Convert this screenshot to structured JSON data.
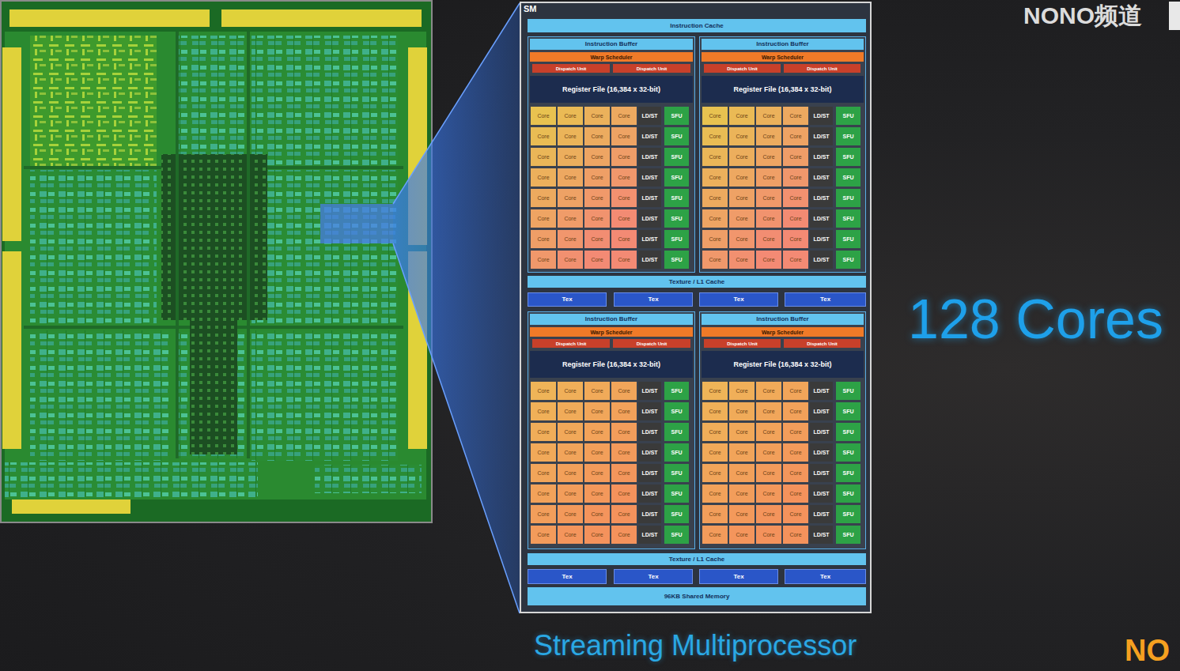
{
  "diagram": {
    "caption": "Streaming Multiprocessor",
    "nodes": [
      {
        "text": [
          "SM"
        ]
      },
      {
        "text": [
          "Instruction Cache"
        ],
        "in": 0
      },
      {
        "text": [
          "Instruction Buffer"
        ],
        "in": 0
      },
      {
        "text": [
          "Warp Scheduler"
        ],
        "in": 2
      },
      {
        "text": [
          "Dispatch Unit"
        ],
        "in": 2
      },
      {
        "text": [
          "Dispatch Unit"
        ],
        "in": 2
      },
      {
        "text": [
          "Register File (16,384 x 32-bit)"
        ],
        "in": 2
      },
      {
        "text": [
          "Core"
        ],
        "in": 2
      },
      {
        "text": [
          "Core"
        ],
        "in": 2
      },
      {
        "text": [
          "Core"
        ],
        "in": 2
      },
      {
        "text": [
          "Core"
        ],
        "in": 2
      },
      {
        "text": [
          "LD/ST"
        ],
        "in": 2
      },
      {
        "text": [
          "SFU"
        ],
        "in": 2
      },
      {
        "text": [
          "Core"
        ],
        "in": 2
      },
      {
        "text": [
          "Core"
        ],
        "in": 2
      },
      {
        "text": [
          "Core"
        ],
        "in": 2
      },
      {
        "text": [
          "Core"
        ],
        "in": 2
      },
      {
        "text": [
          "LD/ST"
        ],
        "in": 2
      },
      {
        "text": [
          "SFU"
        ],
        "in": 2
      },
      {
        "text": [
          "Core"
        ],
        "in": 2
      },
      {
        "text": [
          "Core"
        ],
        "in": 2
      },
      {
        "text": [
          "Core"
        ],
        "in": 2
      },
      {
        "text": [
          "Core"
        ],
        "in": 2
      },
      {
        "text": [
          "LD/ST"
        ],
        "in": 2
      },
      {
        "text": [
          "SFU"
        ],
        "in": 2
      },
      {
        "text": [
          "Core"
        ],
        "in": 2
      },
      {
        "text": [
          "Core"
        ],
        "in": 2
      },
      {
        "text": [
          "Core"
        ],
        "in": 2
      },
      {
        "text": [
          "Core"
        ],
        "in": 2
      },
      {
        "text": [
          "LD/ST"
        ],
        "in": 2
      },
      {
        "text": [
          "SFU"
        ],
        "in": 2
      },
      {
        "text": [
          "Core"
        ],
        "in": 2
      },
      {
        "text": [
          "Core"
        ],
        "in": 2
      },
      {
        "text": [
          "Core"
        ],
        "in": 2
      },
      {
        "text": [
          "Core"
        ],
        "in": 2
      },
      {
        "text": [
          "LD/ST"
        ],
        "in": 2
      },
      {
        "text": [
          "SFU"
        ],
        "in": 2
      },
      {
        "text": [
          "Core"
        ],
        "in": 2
      },
      {
        "text": [
          "Core"
        ],
        "in": 2
      },
      {
        "text": [
          "Core"
        ],
        "in": 2
      },
      {
        "text": [
          "Core"
        ],
        "in": 2
      },
      {
        "text": [
          "LD/ST"
        ],
        "in": 2
      },
      {
        "text": [
          "SFU"
        ],
        "in": 2
      },
      {
        "text": [
          "Core"
        ],
        "in": 2
      },
      {
        "text": [
          "Core"
        ],
        "in": 2
      },
      {
        "text": [
          "Core"
        ],
        "in": 2
      },
      {
        "text": [
          "Core"
        ],
        "in": 2
      },
      {
        "text": [
          "LD/ST"
        ],
        "in": 2
      },
      {
        "text": [
          "SFU"
        ],
        "in": 2
      },
      {
        "text": [
          "Core"
        ],
        "in": 2
      },
      {
        "text": [
          "Core"
        ],
        "in": 2
      },
      {
        "text": [
          "Core"
        ],
        "in": 2
      },
      {
        "text": [
          "Core"
        ],
        "in": 2
      },
      {
        "text": [
          "LD/ST"
        ],
        "in": 2
      },
      {
        "text": [
          "SFU"
        ],
        "in": 2
      },
      {
        "text": [
          "Instruction Buffer"
        ],
        "in": 0
      },
      {
        "text": [
          "Warp Scheduler"
        ],
        "in": 55
      },
      {
        "text": [
          "Dispatch Unit"
        ],
        "in": 55
      },
      {
        "text": [
          "Dispatch Unit"
        ],
        "in": 55
      },
      {
        "text": [
          "Register File (16,384 x 32-bit)"
        ],
        "in": 55
      },
      {
        "text": [
          "Core"
        ],
        "in": 55
      },
      {
        "text": [
          "Core"
        ],
        "in": 55
      },
      {
        "text": [
          "Core"
        ],
        "in": 55
      },
      {
        "text": [
          "Core"
        ],
        "in": 55
      },
      {
        "text": [
          "LD/ST"
        ],
        "in": 55
      },
      {
        "text": [
          "SFU"
        ],
        "in": 55
      },
      {
        "text": [
          "Core"
        ],
        "in": 55
      },
      {
        "text": [
          "Core"
        ],
        "in": 55
      },
      {
        "text": [
          "Core"
        ],
        "in": 55
      },
      {
        "text": [
          "Core"
        ],
        "in": 55
      },
      {
        "text": [
          "LD/ST"
        ],
        "in": 55
      },
      {
        "text": [
          "SFU"
        ],
        "in": 55
      },
      {
        "text": [
          "Core"
        ],
        "in": 55
      },
      {
        "text": [
          "Core"
        ],
        "in": 55
      },
      {
        "text": [
          "Core"
        ],
        "in": 55
      },
      {
        "text": [
          "Core"
        ],
        "in": 55
      },
      {
        "text": [
          "LD/ST"
        ],
        "in": 55
      },
      {
        "text": [
          "SFU"
        ],
        "in": 55
      },
      {
        "text": [
          "Core"
        ],
        "in": 55
      },
      {
        "text": [
          "Core"
        ],
        "in": 55
      },
      {
        "text": [
          "Core"
        ],
        "in": 55
      },
      {
        "text": [
          "Core"
        ],
        "in": 55
      },
      {
        "text": [
          "LD/ST"
        ],
        "in": 55
      },
      {
        "text": [
          "SFU"
        ],
        "in": 55
      },
      {
        "text": [
          "Core"
        ],
        "in": 55
      },
      {
        "text": [
          "Core"
        ],
        "in": 55
      },
      {
        "text": [
          "Core"
        ],
        "in": 55
      },
      {
        "text": [
          "Core"
        ],
        "in": 55
      },
      {
        "text": [
          "LD/ST"
        ],
        "in": 55
      },
      {
        "text": [
          "SFU"
        ],
        "in": 55
      },
      {
        "text": [
          "Core"
        ],
        "in": 55
      },
      {
        "text": [
          "Core"
        ],
        "in": 55
      },
      {
        "text": [
          "Core"
        ],
        "in": 55
      },
      {
        "text": [
          "Core"
        ],
        "in": 55
      },
      {
        "text": [
          "LD/ST"
        ],
        "in": 55
      },
      {
        "text": [
          "SFU"
        ],
        "in": 55
      },
      {
        "text": [
          "Core"
        ],
        "in": 55
      },
      {
        "text": [
          "Core"
        ],
        "in": 55
      },
      {
        "text": [
          "Core"
        ],
        "in": 55
      },
      {
        "text": [
          "Core"
        ],
        "in": 55
      },
      {
        "text": [
          "LD/ST"
        ],
        "in": 55
      },
      {
        "text": [
          "SFU"
        ],
        "in": 55
      },
      {
        "text": [
          "Core"
        ],
        "in": 55
      },
      {
        "text": [
          "Core"
        ],
        "in": 55
      },
      {
        "text": [
          "Core"
        ],
        "in": 55
      },
      {
        "text": [
          "Core"
        ],
        "in": 55
      },
      {
        "text": [
          "LD/ST"
        ],
        "in": 55
      },
      {
        "text": [
          "SFU"
        ],
        "in": 55
      },
      {
        "text": [
          "Texture / L1 Cache"
        ],
        "in": 0
      },
      {
        "text": [
          "Tex"
        ],
        "in": 0
      },
      {
        "text": [
          "Tex"
        ],
        "in": 0
      },
      {
        "text": [
          "Tex"
        ],
        "in": 0
      },
      {
        "text": [
          "Tex"
        ],
        "in": 0
      },
      {
        "text": [
          "Instruction Buffer"
        ],
        "in": 0
      },
      {
        "text": [
          "Warp Scheduler"
        ],
        "in": 113
      },
      {
        "text": [
          "Dispatch Unit"
        ],
        "in": 113
      },
      {
        "text": [
          "Dispatch Unit"
        ],
        "in": 113
      },
      {
        "text": [
          "Register File (16,384 x 32-bit)"
        ],
        "in": 113
      },
      {
        "text": [
          "Core"
        ],
        "in": 113
      },
      {
        "text": [
          "Core"
        ],
        "in": 113
      },
      {
        "text": [
          "Core"
        ],
        "in": 113
      },
      {
        "text": [
          "Core"
        ],
        "in": 113
      },
      {
        "text": [
          "LD/ST"
        ],
        "in": 113
      },
      {
        "text": [
          "SFU"
        ],
        "in": 113
      },
      {
        "text": [
          "Core"
        ],
        "in": 113
      },
      {
        "text": [
          "Core"
        ],
        "in": 113
      },
      {
        "text": [
          "Core"
        ],
        "in": 113
      },
      {
        "text": [
          "Core"
        ],
        "in": 113
      },
      {
        "text": [
          "LD/ST"
        ],
        "in": 113
      },
      {
        "text": [
          "SFU"
        ],
        "in": 113
      },
      {
        "text": [
          "Core"
        ],
        "in": 113
      },
      {
        "text": [
          "Core"
        ],
        "in": 113
      },
      {
        "text": [
          "Core"
        ],
        "in": 113
      },
      {
        "text": [
          "Core"
        ],
        "in": 113
      },
      {
        "text": [
          "LD/ST"
        ],
        "in": 113
      },
      {
        "text": [
          "SFU"
        ],
        "in": 113
      },
      {
        "text": [
          "Core"
        ],
        "in": 113
      },
      {
        "text": [
          "Core"
        ],
        "in": 113
      },
      {
        "text": [
          "Core"
        ],
        "in": 113
      },
      {
        "text": [
          "Core"
        ],
        "in": 113
      },
      {
        "text": [
          "LD/ST"
        ],
        "in": 113
      },
      {
        "text": [
          "SFU"
        ],
        "in": 113
      },
      {
        "text": [
          "Core"
        ],
        "in": 113
      },
      {
        "text": [
          "Core"
        ],
        "in": 113
      },
      {
        "text": [
          "Core"
        ],
        "in": 113
      },
      {
        "text": [
          "Core"
        ],
        "in": 113
      },
      {
        "text": [
          "LD/ST"
        ],
        "in": 113
      },
      {
        "text": [
          "SFU"
        ],
        "in": 113
      },
      {
        "text": [
          "Core"
        ],
        "in": 113
      },
      {
        "text": [
          "Core"
        ],
        "in": 113
      },
      {
        "text": [
          "Core"
        ],
        "in": 113
      },
      {
        "text": [
          "Core"
        ],
        "in": 113
      },
      {
        "text": [
          "LD/ST"
        ],
        "in": 113
      },
      {
        "text": [
          "SFU"
        ],
        "in": 113
      },
      {
        "text": [
          "Core"
        ],
        "in": 113
      },
      {
        "text": [
          "Core"
        ],
        "in": 113
      },
      {
        "text": [
          "Core"
        ],
        "in": 113
      },
      {
        "text": [
          "Core"
        ],
        "in": 113
      },
      {
        "text": [
          "LD/ST"
        ],
        "in": 113
      },
      {
        "text": [
          "SFU"
        ],
        "in": 113
      },
      {
        "text": [
          "Core"
        ],
        "in": 113
      },
      {
        "text": [
          "Core"
        ],
        "in": 113
      },
      {
        "text": [
          "Core"
        ],
        "in": 113
      },
      {
        "text": [
          "Core"
        ],
        "in": 113
      },
      {
        "text": [
          "LD/ST"
        ],
        "in": 113
      },
      {
        "text": [
          "SFU"
        ],
        "in": 113
      },
      {
        "text": [
          "Instruction Buffer"
        ],
        "in": 0
      },
      {
        "text": [
          "Warp Scheduler"
        ],
        "in": 166
      },
      {
        "text": [
          "Dispatch Unit"
        ],
        "in": 166
      },
      {
        "text": [
          "Dispatch Unit"
        ],
        "in": 166
      },
      {
        "text": [
          "Register File (16,384 x 32-bit)"
        ],
        "in": 166
      },
      {
        "text": [
          "Core"
        ],
        "in": 166
      },
      {
        "text": [
          "Core"
        ],
        "in": 166
      },
      {
        "text": [
          "Core"
        ],
        "in": 166
      },
      {
        "text": [
          "Core"
        ],
        "in": 166
      },
      {
        "text": [
          "LD/ST"
        ],
        "in": 166
      },
      {
        "text": [
          "SFU"
        ],
        "in": 166
      },
      {
        "text": [
          "Core"
        ],
        "in": 166
      },
      {
        "text": [
          "Core"
        ],
        "in": 166
      },
      {
        "text": [
          "Core"
        ],
        "in": 166
      },
      {
        "text": [
          "Core"
        ],
        "in": 166
      },
      {
        "text": [
          "LD/ST"
        ],
        "in": 166
      },
      {
        "text": [
          "SFU"
        ],
        "in": 166
      },
      {
        "text": [
          "Core"
        ],
        "in": 166
      },
      {
        "text": [
          "Core"
        ],
        "in": 166
      },
      {
        "text": [
          "Core"
        ],
        "in": 166
      },
      {
        "text": [
          "Core"
        ],
        "in": 166
      },
      {
        "text": [
          "LD/ST"
        ],
        "in": 166
      },
      {
        "text": [
          "SFU"
        ],
        "in": 166
      },
      {
        "text": [
          "Core"
        ],
        "in": 166
      },
      {
        "text": [
          "Core"
        ],
        "in": 166
      },
      {
        "text": [
          "Core"
        ],
        "in": 166
      },
      {
        "text": [
          "Core"
        ],
        "in": 166
      },
      {
        "text": [
          "LD/ST"
        ],
        "in": 166
      },
      {
        "text": [
          "SFU"
        ],
        "in": 166
      },
      {
        "text": [
          "Core"
        ],
        "in": 166
      },
      {
        "text": [
          "Core"
        ],
        "in": 166
      },
      {
        "text": [
          "Core"
        ],
        "in": 166
      },
      {
        "text": [
          "Core"
        ],
        "in": 166
      },
      {
        "text": [
          "LD/ST"
        ],
        "in": 166
      },
      {
        "text": [
          "SFU"
        ],
        "in": 166
      },
      {
        "text": [
          "Core"
        ],
        "in": 166
      },
      {
        "text": [
          "Core"
        ],
        "in": 166
      },
      {
        "text": [
          "Core"
        ],
        "in": 166
      },
      {
        "text": [
          "Core"
        ],
        "in": 166
      },
      {
        "text": [
          "LD/ST"
        ],
        "in": 166
      },
      {
        "text": [
          "SFU"
        ],
        "in": 166
      },
      {
        "text": [
          "Core"
        ],
        "in": 166
      },
      {
        "text": [
          "Core"
        ],
        "in": 166
      },
      {
        "text": [
          "Core"
        ],
        "in": 166
      },
      {
        "text": [
          "Core"
        ],
        "in": 166
      },
      {
        "text": [
          "LD/ST"
        ],
        "in": 166
      },
      {
        "text": [
          "SFU"
        ],
        "in": 166
      },
      {
        "text": [
          "Core"
        ],
        "in": 166
      },
      {
        "text": [
          "Core"
        ],
        "in": 166
      },
      {
        "text": [
          "Core"
        ],
        "in": 166
      },
      {
        "text": [
          "Core"
        ],
        "in": 166
      },
      {
        "text": [
          "LD/ST"
        ],
        "in": 166
      },
      {
        "text": [
          "SFU"
        ],
        "in": 166
      },
      {
        "text": [
          "Texture / L1 Cache"
        ],
        "in": 0
      },
      {
        "text": [
          "Tex"
        ],
        "in": 0
      },
      {
        "text": [
          "Tex"
        ],
        "in": 0
      },
      {
        "text": [
          "Tex"
        ],
        "in": 0
      },
      {
        "text": [
          "Tex"
        ],
        "in": 0
      },
      {
        "text": [
          "96KB Shared Memory"
        ],
        "in": 0
      }
    ],
    "labels": [
      "NONO频道",
      "128 Cores",
      "NO"
    ]
  }
}
